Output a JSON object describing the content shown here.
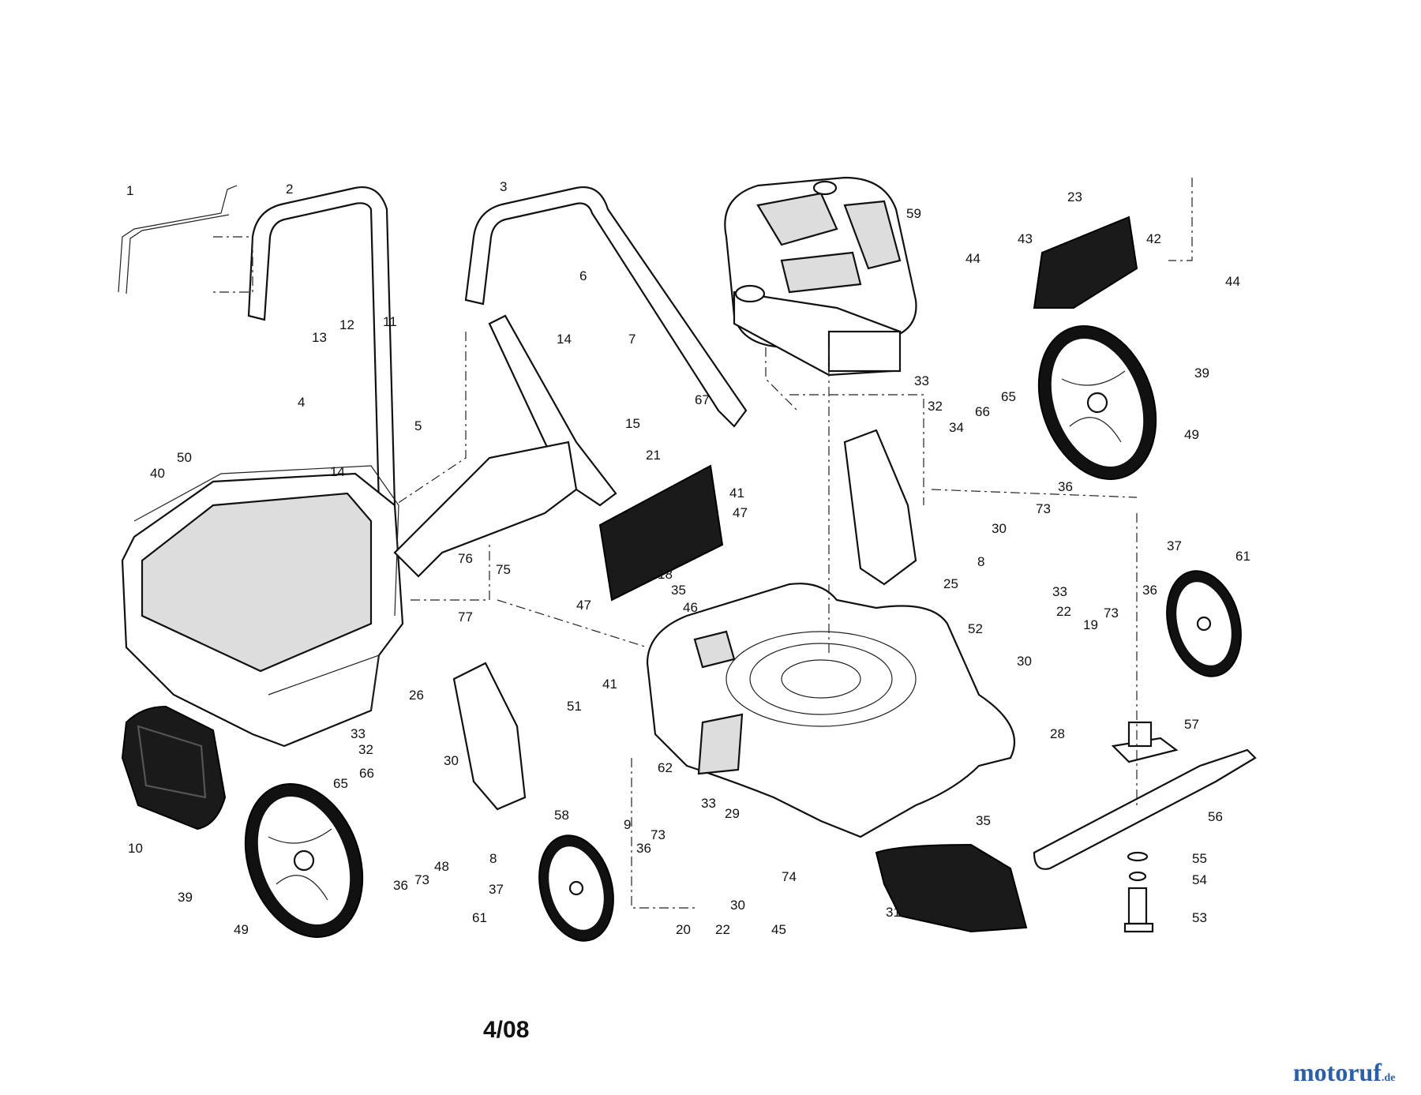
{
  "diagram": {
    "date_code": "4/08",
    "watermark": {
      "main": "motoruf",
      "tld": ".de"
    },
    "callouts": [
      "1",
      "2",
      "3",
      "4",
      "5",
      "6",
      "7",
      "8",
      "9",
      "10",
      "11",
      "12",
      "13",
      "14",
      "15",
      "18",
      "19",
      "20",
      "21",
      "22",
      "23",
      "25",
      "26",
      "28",
      "29",
      "30",
      "31",
      "32",
      "33",
      "34",
      "35",
      "36",
      "37",
      "39",
      "40",
      "41",
      "42",
      "43",
      "44",
      "45",
      "46",
      "47",
      "48",
      "49",
      "50",
      "51",
      "52",
      "53",
      "54",
      "55",
      "56",
      "57",
      "58",
      "59",
      "61",
      "62",
      "65",
      "66",
      "67",
      "73",
      "74",
      "75",
      "76",
      "77"
    ]
  }
}
